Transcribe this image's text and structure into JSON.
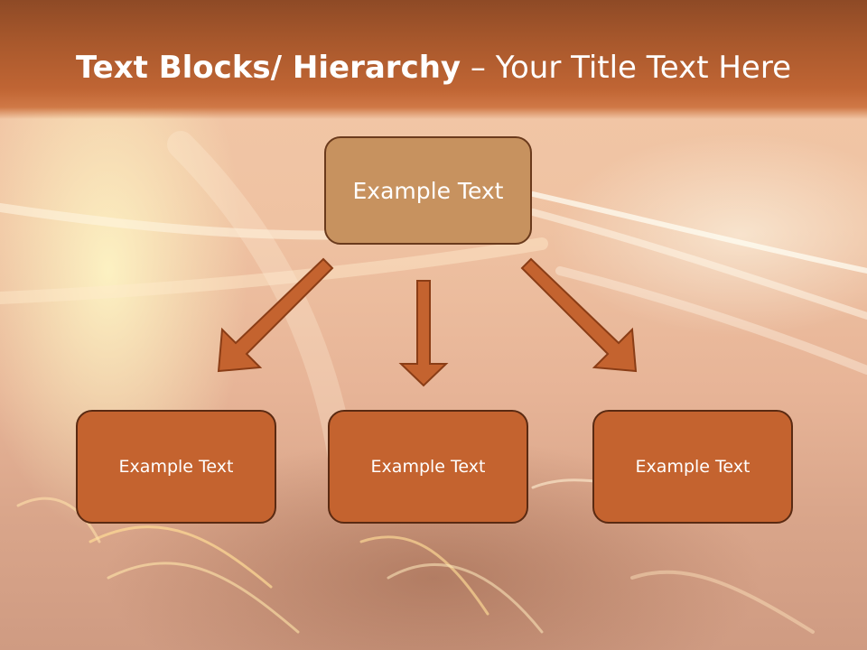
{
  "slide": {
    "title_bold": "Text Blocks/ Hierarchy",
    "title_rest": " – Your Title Text Here"
  },
  "hierarchy": {
    "root": {
      "label": "Example Text"
    },
    "children": [
      {
        "label": "Example Text"
      },
      {
        "label": "Example Text"
      },
      {
        "label": "Example Text"
      }
    ]
  },
  "colors": {
    "title_band": "#a8582c",
    "root_fill": "#c7925f",
    "child_fill": "#c4632f",
    "arrow_fill": "#c4632f",
    "border": "#5a2a12"
  }
}
